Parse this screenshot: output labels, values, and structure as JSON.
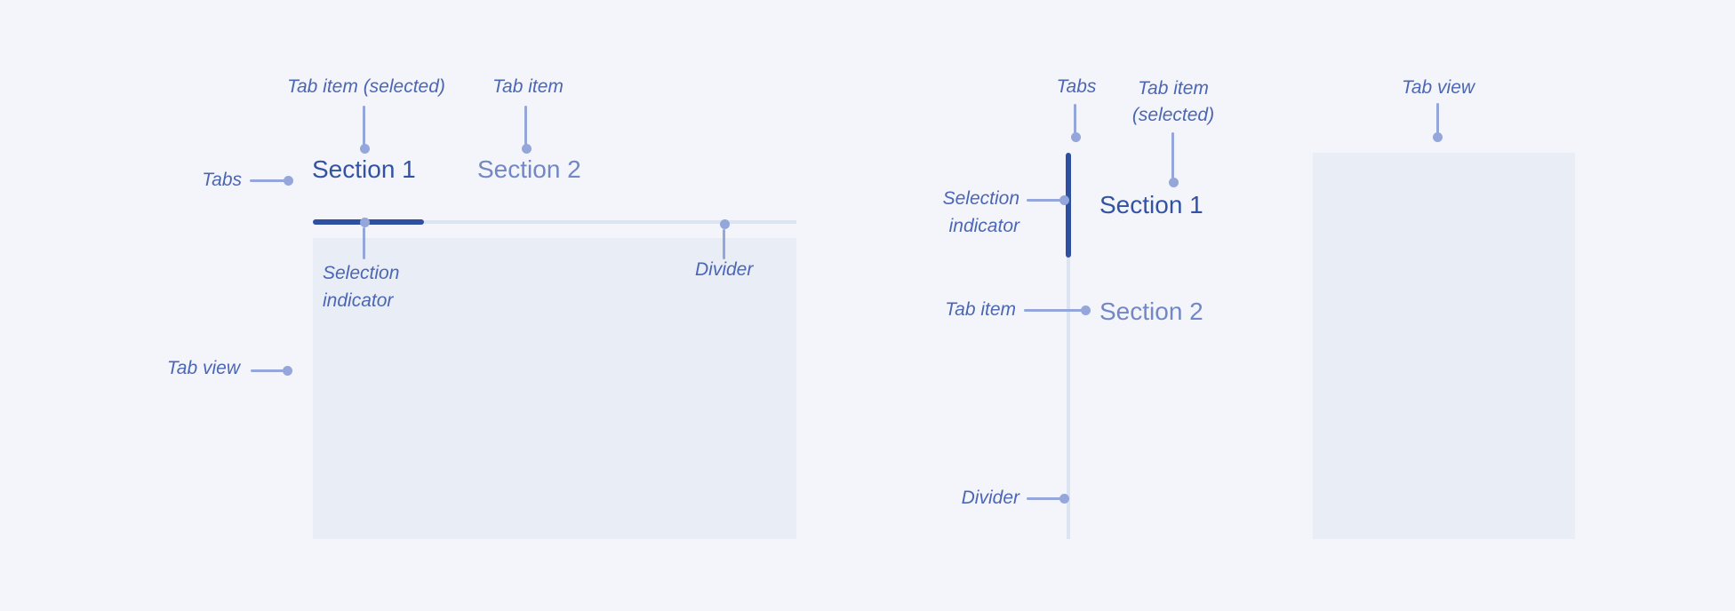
{
  "colors": {
    "bg": "#f4f5fa",
    "panel": "#e9edf6",
    "divider": "#dce3f1",
    "callout": "#94a6da",
    "dark": "#3253a4",
    "indicator": "#2f4fa0",
    "light": "#7288c6",
    "label": "#4b66b4"
  },
  "left_diagram": {
    "name": "horizontal-tabs-anatomy",
    "annotations": {
      "tab_item_selected": "Tab item (selected)",
      "tab_item": "Tab item",
      "tabs": "Tabs",
      "selection_indicator_line1": "Selection",
      "selection_indicator_line2": "indicator",
      "divider": "Divider",
      "tab_view": "Tab view"
    },
    "tabs": [
      {
        "label": "Section 1",
        "selected": true
      },
      {
        "label": "Section 2",
        "selected": false
      }
    ]
  },
  "right_diagram": {
    "name": "vertical-tabs-anatomy",
    "annotations": {
      "tabs": "Tabs",
      "tab_item_selected_line1": "Tab item",
      "tab_item_selected_line2": "(selected)",
      "selection_indicator_line1": "Selection",
      "selection_indicator_line2": "indicator",
      "tab_item": "Tab item",
      "divider": "Divider",
      "tab_view": "Tab view"
    },
    "tabs": [
      {
        "label": "Section 1",
        "selected": true
      },
      {
        "label": "Section 2",
        "selected": false
      }
    ]
  }
}
